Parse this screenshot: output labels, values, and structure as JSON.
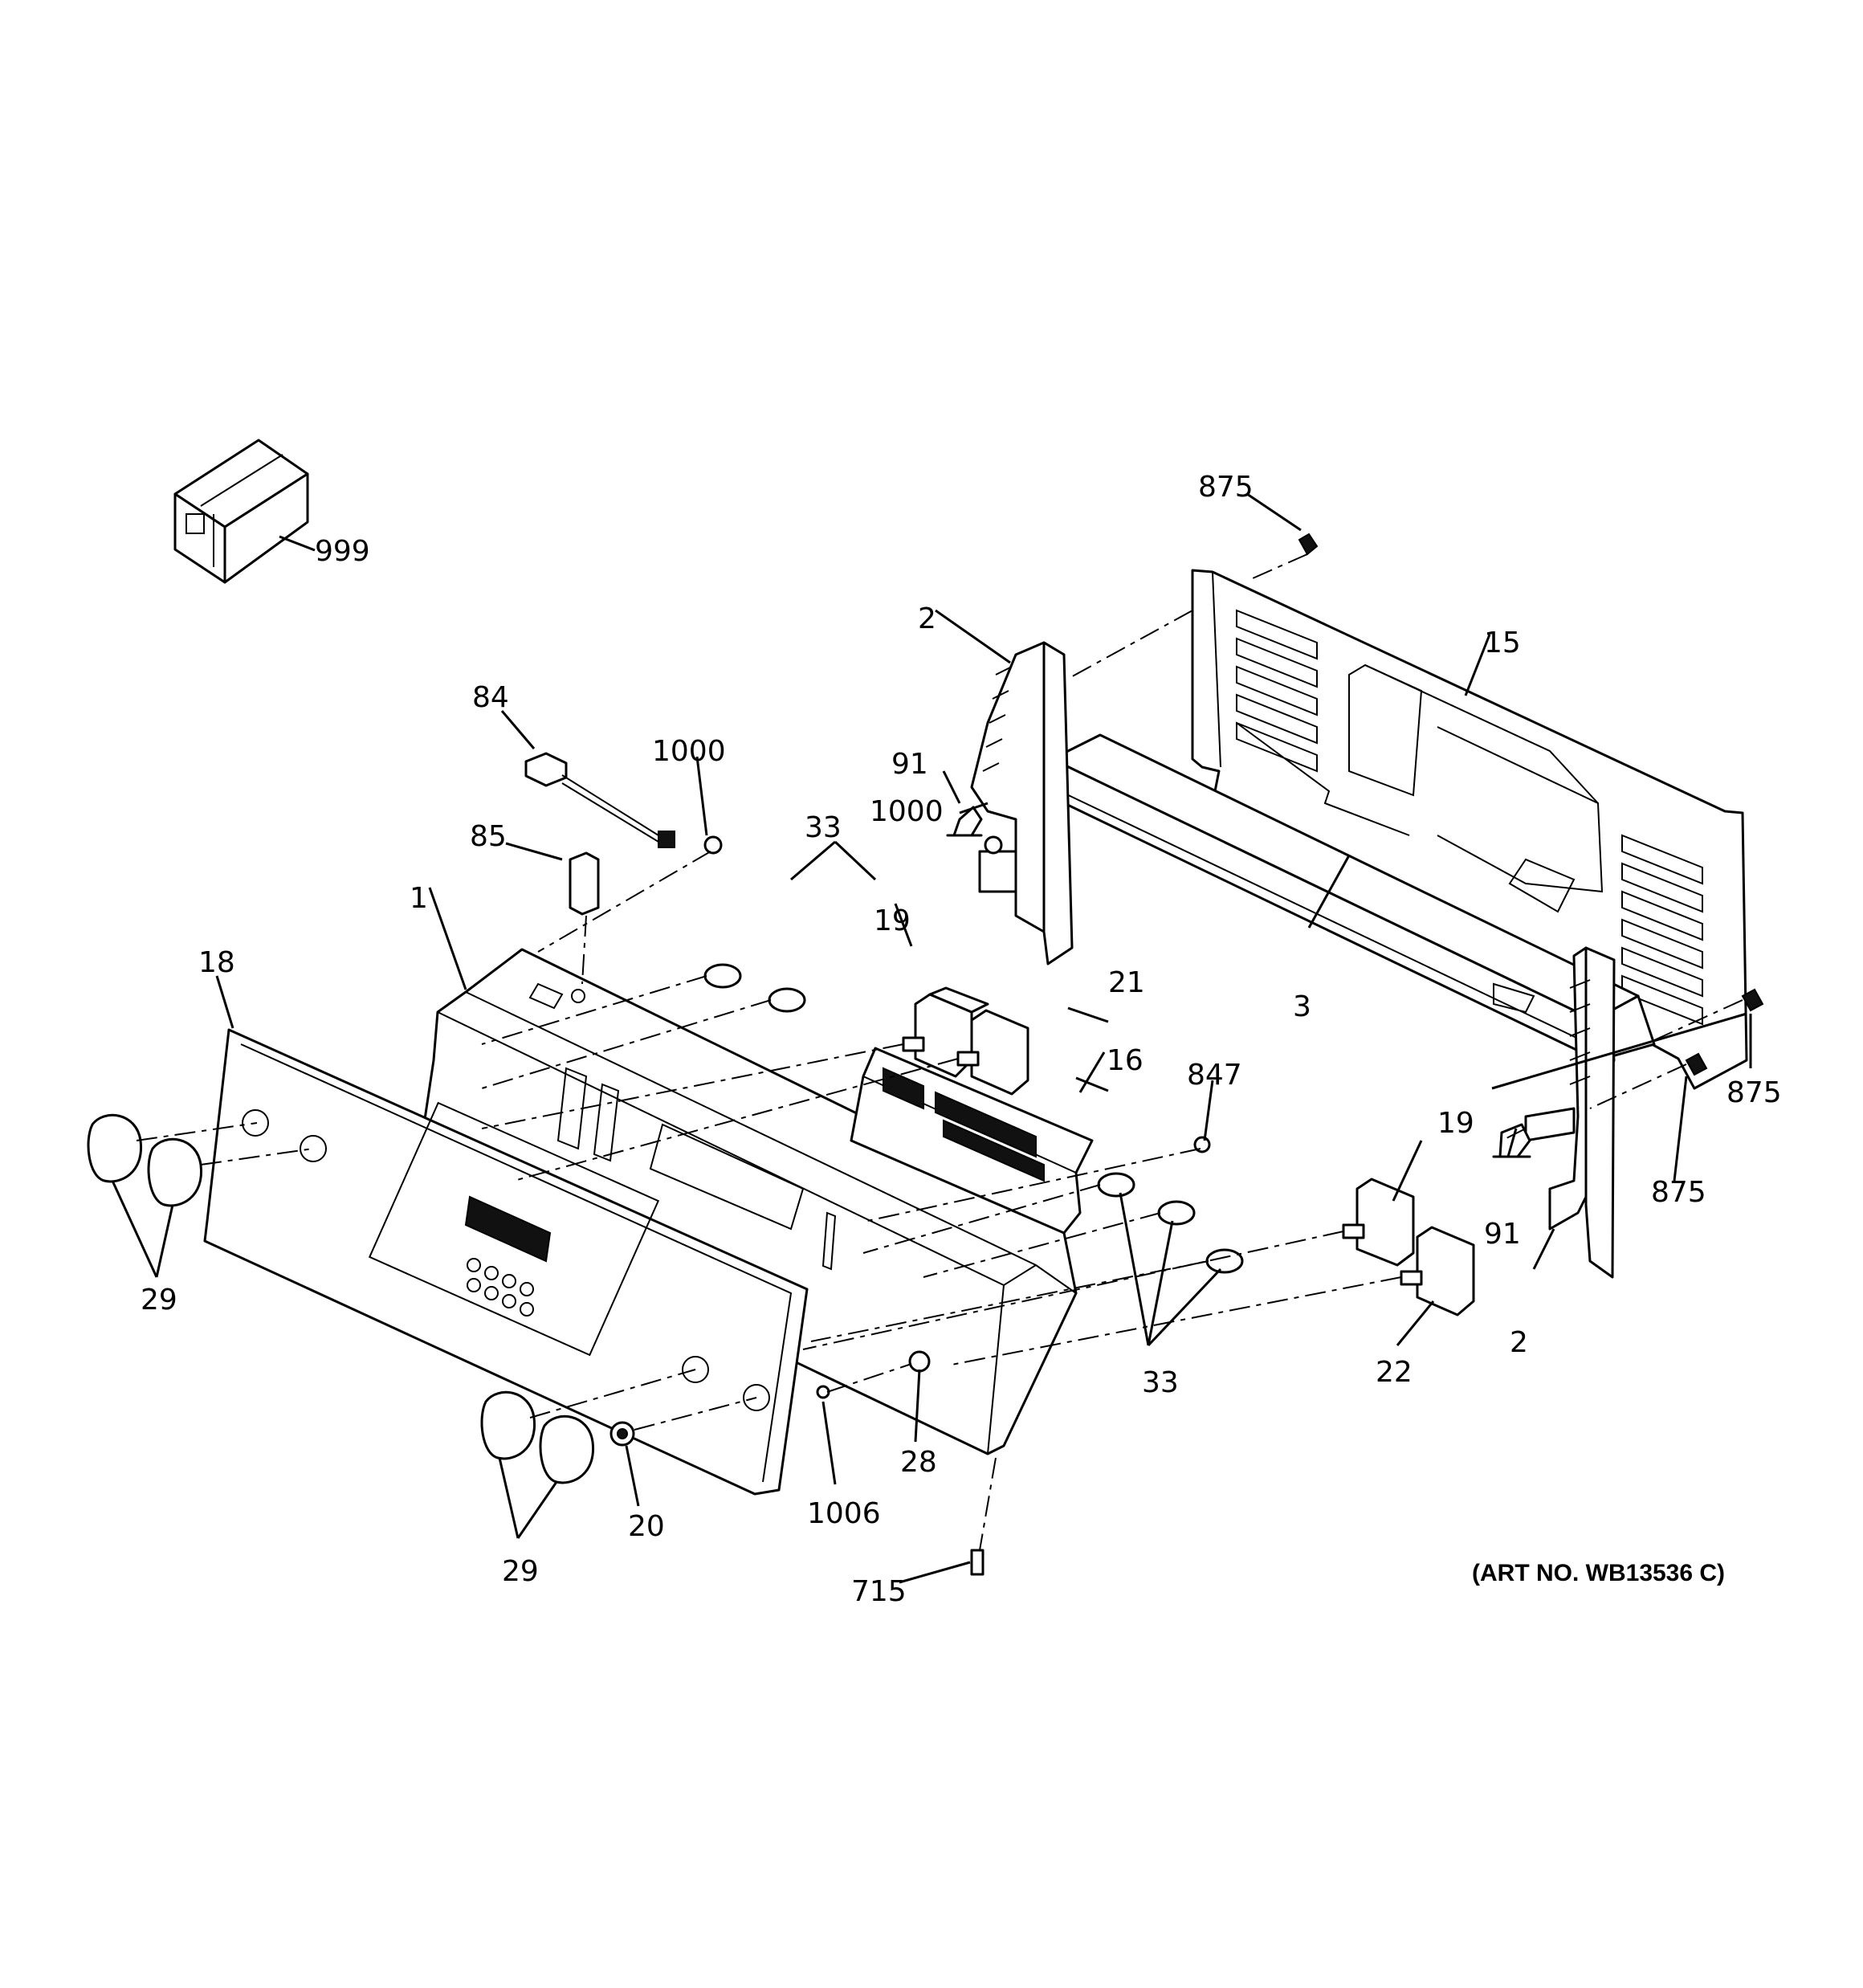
{
  "art_number": "(ART NO. WB13536 C)",
  "callouts": {
    "c999": "999",
    "c875a": "875",
    "c875b": "875",
    "c875c": "875",
    "c2a": "2",
    "c2b": "2",
    "c15": "15",
    "c84": "84",
    "c1000a": "1000",
    "c1000b": "1000",
    "c91a": "91",
    "c91b": "91",
    "c85": "85",
    "c33a": "33",
    "c33b": "33",
    "c1": "1",
    "c19a": "19",
    "c19b": "19",
    "c21": "21",
    "c3": "3",
    "c18": "18",
    "c16": "16",
    "c847": "847",
    "c29a": "29",
    "c29b": "29",
    "c22": "22",
    "c28": "28",
    "c20": "20",
    "c1006": "1006",
    "c715": "715"
  }
}
